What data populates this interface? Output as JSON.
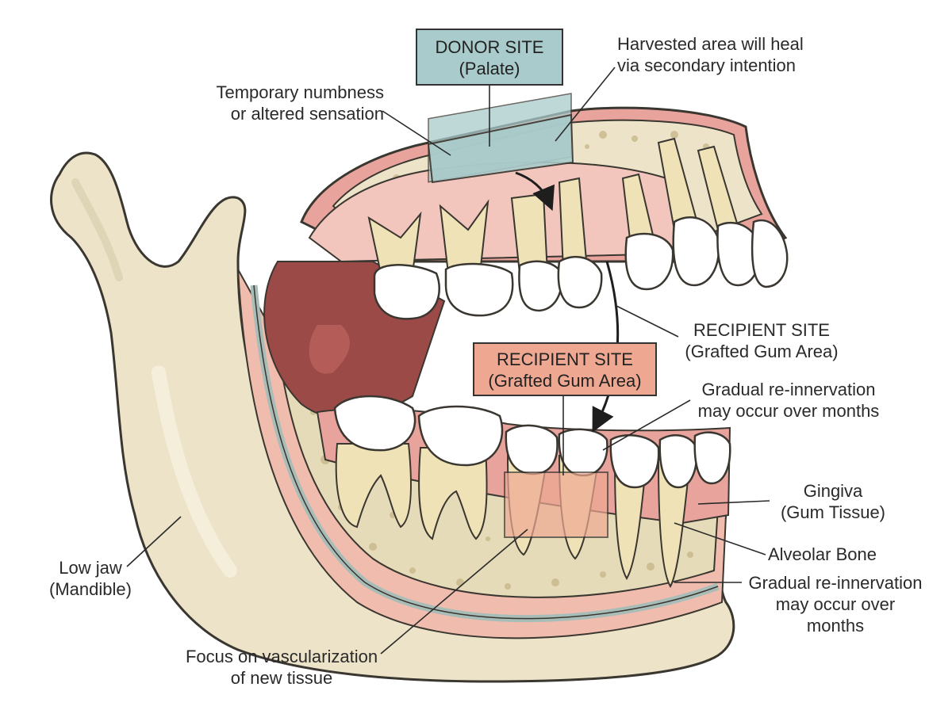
{
  "labels": {
    "donor_site": {
      "title": "DONOR SITE",
      "subtitle": "(Palate)"
    },
    "harvested": {
      "line1": "Harvested area will heal",
      "line2": "via secondary intention"
    },
    "numbness": {
      "line1": "Temporary numbness",
      "line2": "or altered sensation"
    },
    "recipient_upper": {
      "line1": "RECIPIENT SITE",
      "line2": "(Grafted Gum Area)"
    },
    "recipient_box": {
      "title": "RECIPIENT SITE",
      "subtitle": "(Grafted Gum Area)"
    },
    "reinnervation_upper": {
      "line1": "Gradual re-innervation",
      "line2": "may occur over months"
    },
    "gingiva": {
      "line1": "Gingiva",
      "line2": "(Gum Tissue)"
    },
    "alveolar_bone": {
      "line1": "Alveolar Bone"
    },
    "reinnervation_lower": {
      "line1": "Gradual re-innervation",
      "line2": "may occur over",
      "line3": "months"
    },
    "low_jaw": {
      "line1": "Low jaw",
      "line2": "(Mandible)"
    },
    "vascularization": {
      "line1": "Focus on vascularization",
      "line2": "of new tissue"
    }
  },
  "colors": {
    "bone": "#ece3c8",
    "bone_outline": "#3a3630",
    "gum": "#e8a49c",
    "gum_light": "#f2c6bd",
    "mouth_dark": "#9c4a48",
    "tooth": "#ffffff",
    "root": "#efe2b6",
    "donor_box": "#a9cbcb",
    "recipient_box": "#eea892",
    "nerve": "#a8bcb8"
  }
}
